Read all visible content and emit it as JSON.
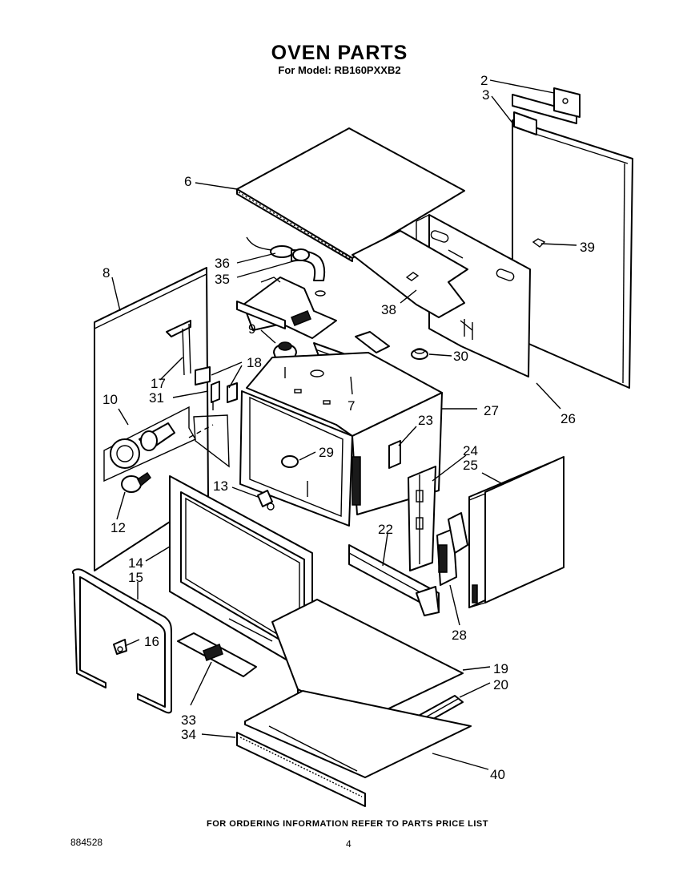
{
  "title": "OVEN PARTS",
  "subtitle": "For Model: RB160PXXB2",
  "footer_note": "FOR ORDERING INFORMATION REFER TO PARTS PRICE LIST",
  "doc_number": "884528",
  "page_number": "4",
  "callouts": [
    "2",
    "3",
    "6",
    "39",
    "36",
    "35",
    "8",
    "9",
    "38",
    "18",
    "17",
    "31",
    "30",
    "27",
    "7",
    "10",
    "23",
    "29",
    "26",
    "24",
    "25",
    "13",
    "12",
    "14",
    "15",
    "22",
    "16",
    "28",
    "19",
    "20",
    "33",
    "34",
    "40"
  ]
}
